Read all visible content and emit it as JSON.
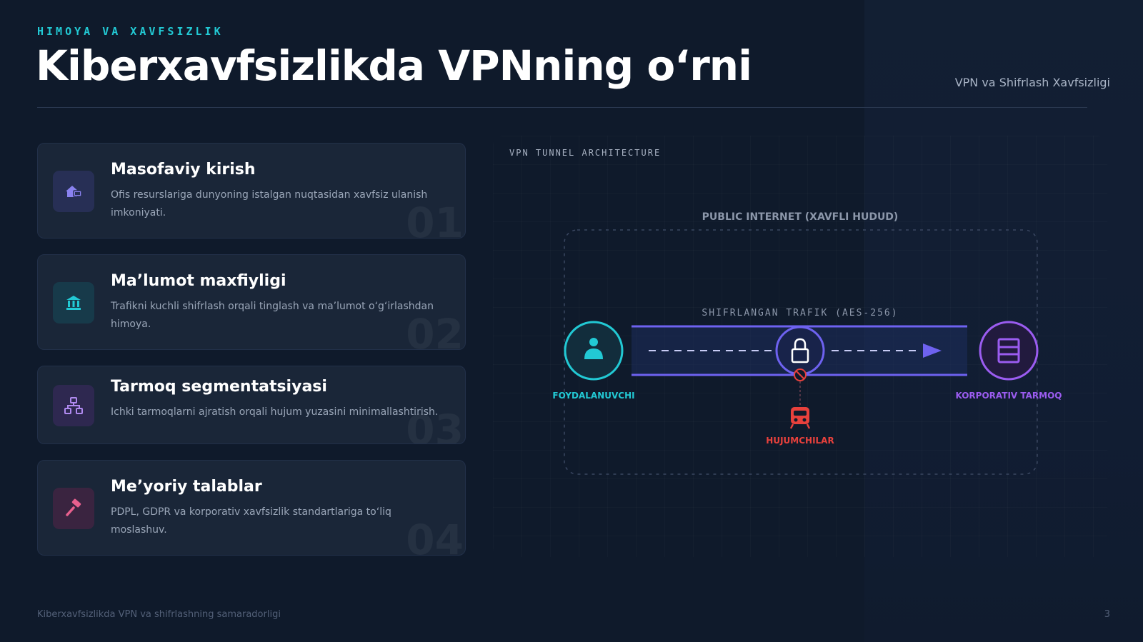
{
  "header": {
    "eyebrow": "HIMOYA VA XAVFSIZLIK",
    "title": "Kiberxavfsizlikda VPNning o‘rni",
    "subtitle_right": "VPN va Shifrlash Xavfsizligi"
  },
  "cards": [
    {
      "title": "Masofaviy kirish",
      "desc": "Ofis resurslariga dunyoning istalgan nuqtasidan xavfsiz ulanish imkoniyati.",
      "num": "01",
      "icon": "remote-home-icon",
      "color": "#7b74e8"
    },
    {
      "title": "Ma’lumot maxfiyligi",
      "desc": "Trafikni kuchli shifrlash orqali tinglash va ma’lumot o‘g‘irlashdan himoya.",
      "num": "02",
      "icon": "bank-icon",
      "color": "#22c9d4"
    },
    {
      "title": "Tarmoq segmentatsiyasi",
      "desc": "Ichki tarmoqlarni ajratish orqali hujum yuzasini minimallashtirish.",
      "num": "03",
      "icon": "network-icon",
      "color": "#a070e8"
    },
    {
      "title": "Me’yoriy talablar",
      "desc": "PDPL, GDPR va korporativ xavfsizlik standartlariga to‘liq moslashuv.",
      "num": "04",
      "icon": "gavel-icon",
      "color": "#e8608e"
    }
  ],
  "diagram": {
    "label": "VPN TUNNEL ARCHITECTURE",
    "zone_label": "PUBLIC INTERNET (XAVFLI HUDUD)",
    "tunnel_label": "SHIFRLANGAN TRAFIK (AES-256)",
    "user_label": "FOYDALANUVCHI",
    "server_label": "KORPORATIV TARMOQ",
    "attacker_label": "HUJUMCHILAR",
    "colors": {
      "user": "#22c9d4",
      "server": "#9b5cf0",
      "tunnel": "#6e62f0",
      "attacker": "#e8413c"
    }
  },
  "footer": {
    "left": "Kiberxavfsizlikda VPN va shifrlashning samaradorligi",
    "right": "3"
  }
}
